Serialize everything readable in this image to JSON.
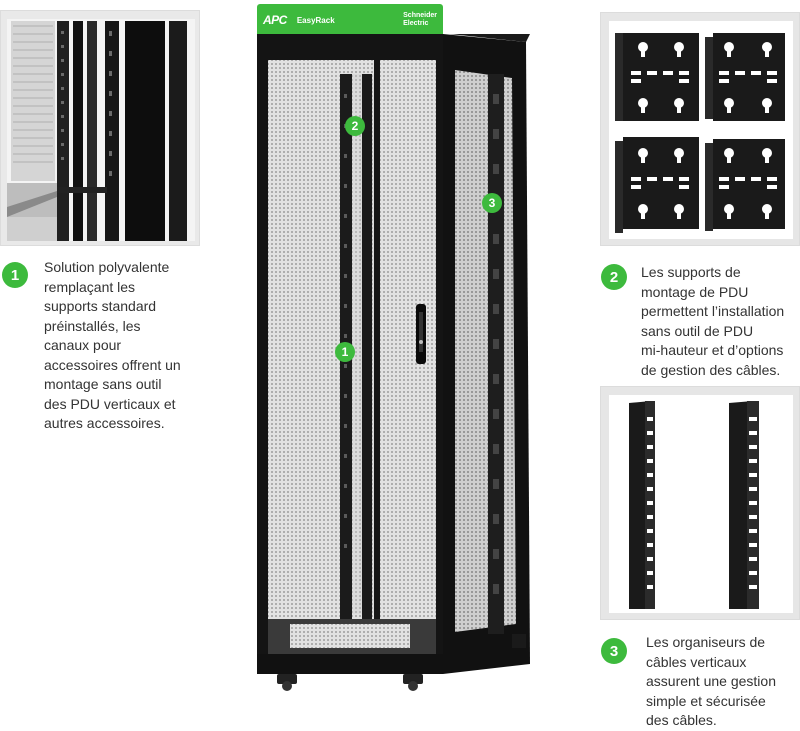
{
  "colors": {
    "accent": "#3dba3d",
    "rack_black": "#141414",
    "mesh": "#bfbfbf",
    "panel_bg": "#e6e6e6"
  },
  "rack": {
    "brand": "APC",
    "model": "EasyRack",
    "maker": "Schneider\nElectric",
    "callouts": [
      "2",
      "3",
      "1"
    ]
  },
  "features": [
    {
      "number": "1",
      "text": "Solution polyvalente\nremplaçant les\nsupports standard\npréinstallés, les\ncanaux pour\naccessoires offrent un\nmontage sans outil\ndes PDU verticaux et\nautres accessoires."
    },
    {
      "number": "2",
      "text": "Les supports de\nmontage de PDU\npermettent l’installation\nsans outil de PDU\nmi-hauteur et d’options\nde gestion des câbles."
    },
    {
      "number": "3",
      "text": "Les organiseurs de\ncâbles verticaux\nassurent une gestion\nsimple et sécurisée\ndes câbles."
    }
  ]
}
